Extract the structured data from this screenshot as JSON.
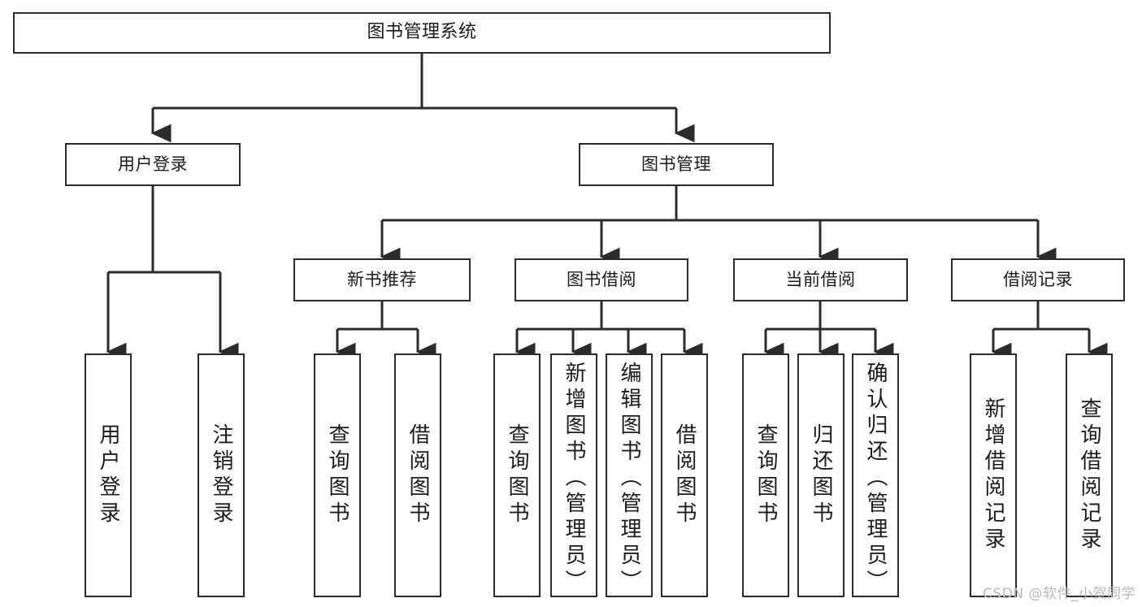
{
  "diagram": {
    "title": "图书管理系统",
    "type": "tree",
    "watermark": "CSDN @软件_小贺同学",
    "root": {
      "label": "图书管理系统"
    },
    "level2": [
      {
        "label": "用户登录"
      },
      {
        "label": "图书管理"
      }
    ],
    "level3": [
      {
        "label": "新书推荐"
      },
      {
        "label": "图书借阅"
      },
      {
        "label": "当前借阅"
      },
      {
        "label": "借阅记录"
      }
    ],
    "leaves": {
      "user_login": [
        {
          "label": "用户登录"
        },
        {
          "label": "注销登录"
        }
      ],
      "new_book_recommend": [
        {
          "label": "查询图书"
        },
        {
          "label": "借阅图书"
        }
      ],
      "book_borrow": [
        {
          "label": "查询图书"
        },
        {
          "label": "新增图书（管理员）"
        },
        {
          "label": "编辑图书（管理员）"
        },
        {
          "label": "借阅图书"
        }
      ],
      "current_borrow": [
        {
          "label": "查询图书"
        },
        {
          "label": "归还图书"
        },
        {
          "label": "确认归还（管理员）"
        }
      ],
      "borrow_record": [
        {
          "label": "新增借阅记录"
        },
        {
          "label": "查询借阅记录"
        }
      ]
    },
    "colors": {
      "box_border": "#2b2b2b",
      "box_fill": "#ffffff",
      "connector": "#2b2b2b",
      "text": "#1c1c1c",
      "watermark": "#b9b9b9"
    }
  }
}
